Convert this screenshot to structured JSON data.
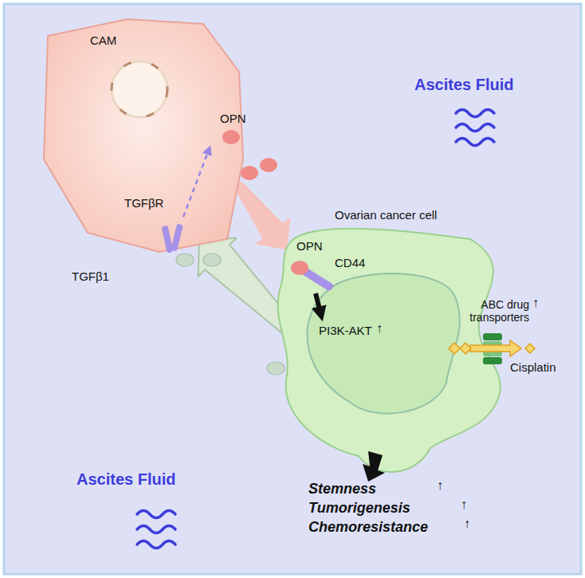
{
  "diagram": {
    "nodes": [
      {
        "text": [
          "CAM"
        ]
      },
      {
        "text": [
          "Ovarian cancer cell"
        ]
      }
    ],
    "edges": [
      {
        "from": 0,
        "to": 1,
        "arrow": "to"
      },
      {
        "from": 1,
        "to": 0,
        "arrow": "to"
      }
    ],
    "labels": [
      "OPN",
      "Ascites Fluid",
      "TGFβR",
      "TGFβ1",
      "OPN",
      "CD44",
      "PI3K-AKT",
      "↑",
      "ABC drug transporters",
      "↑",
      "Cisplatin",
      "Ascites Fluid",
      "Stemness",
      "↑",
      "Tumorigenesis",
      "↑",
      "Chemoresistance",
      "↑"
    ]
  }
}
